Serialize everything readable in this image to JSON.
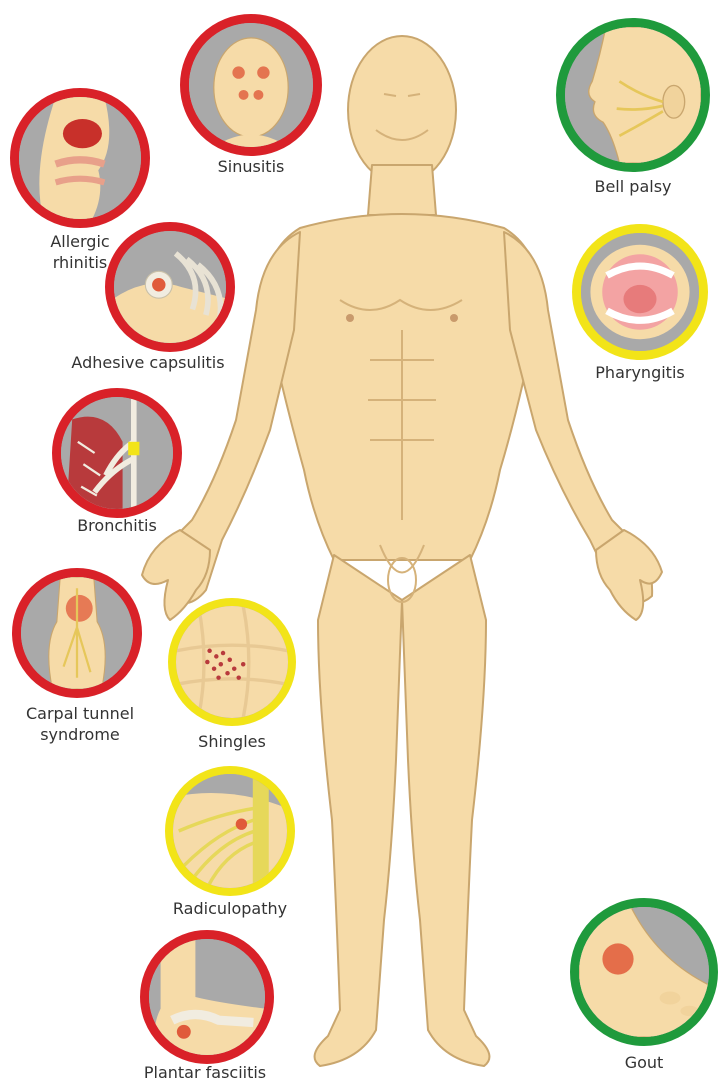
{
  "ring_colors": {
    "red": "#d92128",
    "green": "#1f9a3c",
    "yellow": "#f2e418"
  },
  "skin": "#f6dba8",
  "conditions": [
    {
      "key": "sinusitis",
      "label": "Sinusitis",
      "ring": "red",
      "icon": "face-sinus-icon"
    },
    {
      "key": "allergic_rhinitis",
      "label": "Allergic\nrhinitis",
      "ring": "red",
      "icon": "nasal-cavity-icon"
    },
    {
      "key": "adhesive_capsulitis",
      "label": "Adhesive capsulitis",
      "ring": "red",
      "icon": "shoulder-joint-icon"
    },
    {
      "key": "bronchitis",
      "label": "Bronchitis",
      "ring": "red",
      "icon": "lung-bronchi-icon"
    },
    {
      "key": "carpal_tunnel",
      "label": "Carpal tunnel\nsyndrome",
      "ring": "red",
      "icon": "wrist-hand-icon"
    },
    {
      "key": "shingles",
      "label": "Shingles",
      "ring": "yellow",
      "icon": "skin-rash-icon"
    },
    {
      "key": "radiculopathy",
      "label": "Radiculopathy",
      "ring": "yellow",
      "icon": "spinal-nerve-icon"
    },
    {
      "key": "plantar_fasciitis",
      "label": "Plantar fasciitis",
      "ring": "red",
      "icon": "foot-heel-icon"
    },
    {
      "key": "bell_palsy",
      "label": "Bell palsy",
      "ring": "green",
      "icon": "face-profile-icon"
    },
    {
      "key": "pharyngitis",
      "label": "Pharyngitis",
      "ring": "yellow",
      "icon": "open-mouth-icon"
    },
    {
      "key": "gout",
      "label": "Gout",
      "ring": "green",
      "icon": "toe-joint-icon"
    }
  ]
}
